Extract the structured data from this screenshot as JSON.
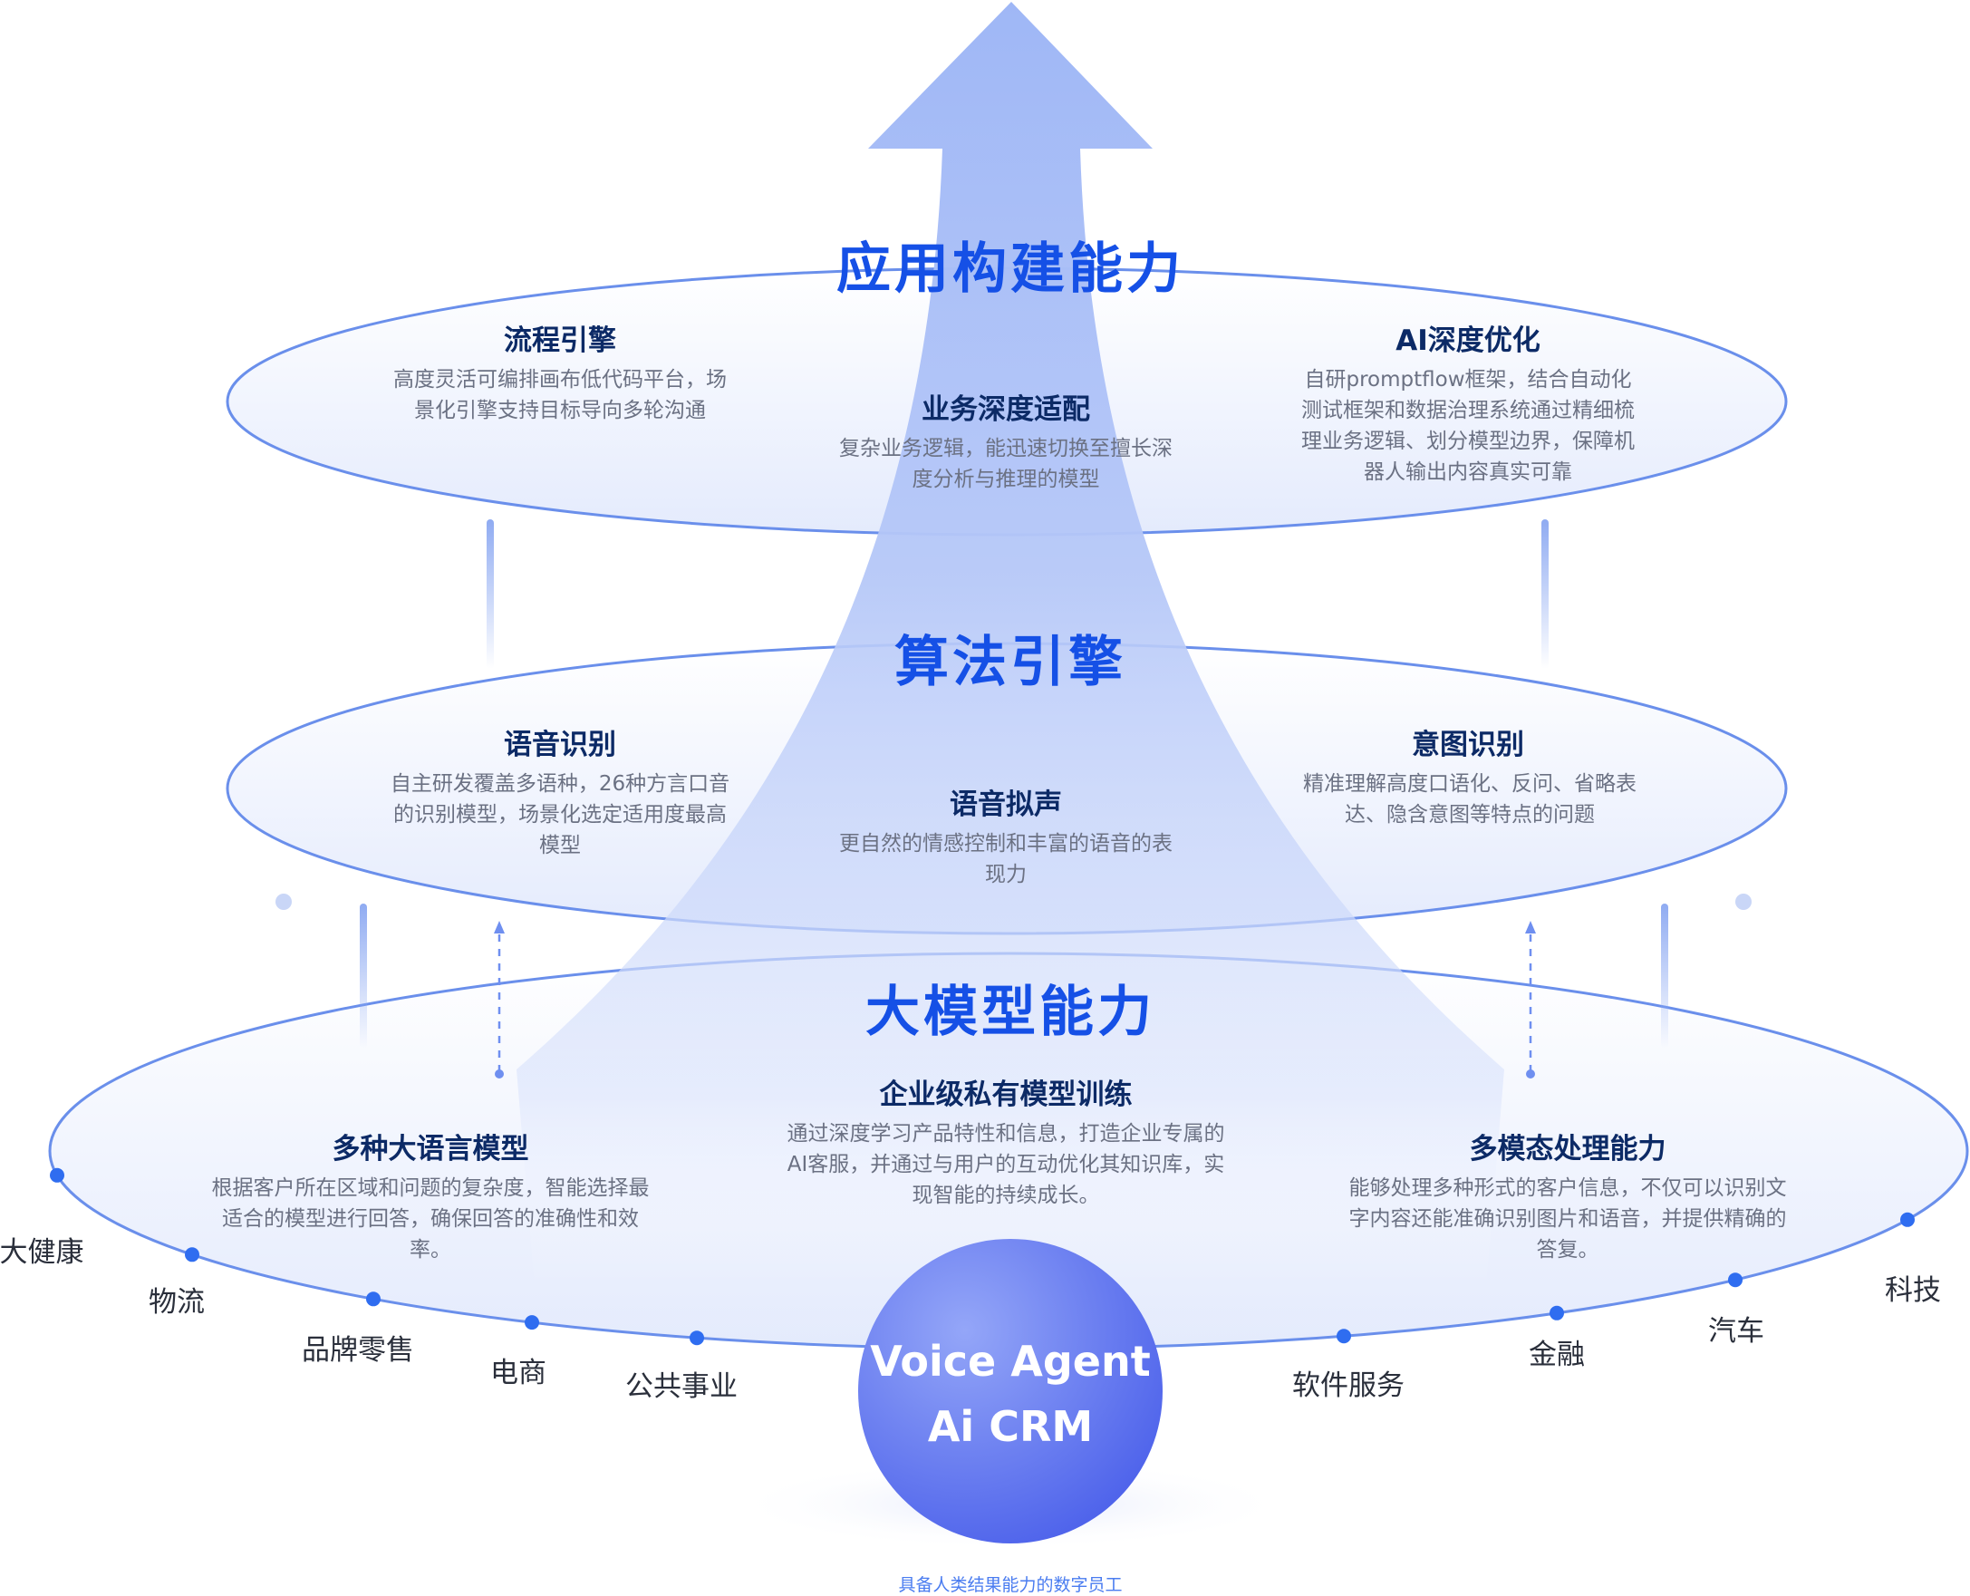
{
  "layers": {
    "top": {
      "title": "应用构建能力",
      "items": [
        {
          "title": "流程引擎",
          "desc": "高度灵活可编排画布低代码平台，场景化引擎支持目标导向多轮沟通"
        },
        {
          "title": "业务深度适配",
          "desc": "复杂业务逻辑，能迅速切换至擅长深度分析与推理的模型"
        },
        {
          "title": "AI深度优化",
          "desc": "自研promptflow框架，结合自动化测试框架和数据治理系统通过精细梳理业务逻辑、划分模型边界，保障机器人输出内容真实可靠"
        }
      ]
    },
    "middle": {
      "title": "算法引擎",
      "items": [
        {
          "title": "语音识别",
          "desc": "自主研发覆盖多语种，26种方言口音的识别模型，场景化选定适用度最高模型"
        },
        {
          "title": "语音拟声",
          "desc": "更自然的情感控制和丰富的语音的表现力"
        },
        {
          "title": "意图识别",
          "desc": "精准理解高度口语化、反问、省略表达、隐含意图等特点的问题"
        }
      ]
    },
    "bottom": {
      "title": "大模型能力",
      "items": [
        {
          "title": "企业级私有模型训练",
          "desc": "通过深度学习产品特性和信息，打造企业专属的AI客服，并通过与用户的互动优化其知识库，实现智能的持续成长。"
        },
        {
          "title": "多种大语言模型",
          "desc": "根据客户所在区域和问题的复杂度，智能选择最适合的模型进行回答，确保回答的准确性和效率。"
        },
        {
          "title": "多模态处理能力",
          "desc": "能够处理多种形式的客户信息，不仅可以识别文字内容还能准确识别图片和语音，并提供精确的答复。"
        }
      ]
    }
  },
  "core": {
    "line1": "Voice Agent",
    "line2": "Ai CRM"
  },
  "caption": "具备人类结果能力的数字员工",
  "industries": {
    "left": [
      "大健康",
      "物流",
      "品牌零售",
      "电商",
      "公共事业"
    ],
    "right": [
      "软件服务",
      "金融",
      "汽车",
      "科技"
    ]
  },
  "colors": {
    "accent": "#1550e6",
    "title_dark": "#0c2a66",
    "desc_gray": "#6b7183",
    "ring_stroke": "#5f86ea",
    "arrow_light": "#a9bff7",
    "core_gradient_start": "#8a9cf7",
    "core_gradient_end": "#4f63ec",
    "dot": "#2f6df0"
  }
}
